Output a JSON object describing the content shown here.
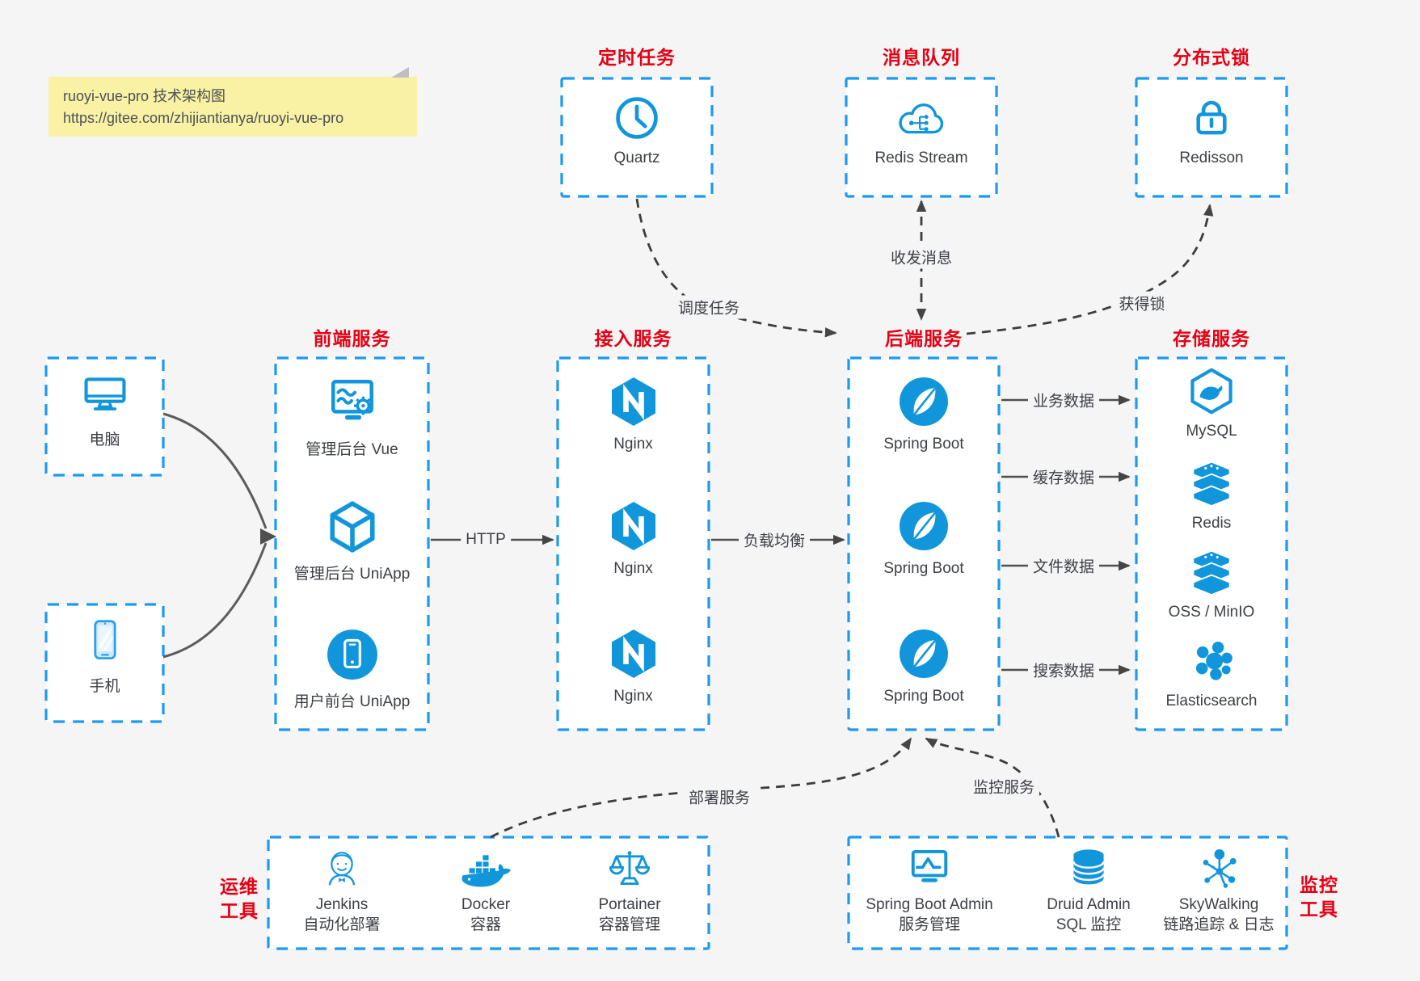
{
  "colors": {
    "accent_blue": "#1296db",
    "border_blue": "#1b9af0",
    "title_red": "#e60013",
    "note_bg": "#f9f1a4",
    "arrow_dark": "#454545"
  },
  "note": {
    "line1": "ruoyi-vue-pro 技术架构图",
    "line2": "https://gitee.com/zhijiantianya/ruoyi-vue-pro"
  },
  "top_groups": [
    {
      "title": "定时任务",
      "items": [
        {
          "label": "Quartz",
          "icon": "clock-icon"
        }
      ]
    },
    {
      "title": "消息队列",
      "items": [
        {
          "label": "Redis Stream",
          "icon": "cloud-stream-icon"
        }
      ]
    },
    {
      "title": "分布式锁",
      "items": [
        {
          "label": "Redisson",
          "icon": "lock-icon"
        }
      ]
    }
  ],
  "clients": [
    {
      "label": "电脑",
      "icon": "desktop-icon"
    },
    {
      "label": "手机",
      "icon": "phone-icon"
    }
  ],
  "columns": [
    {
      "title": "前端服务",
      "items": [
        {
          "label": "管理后台 Vue",
          "icon": "admin-vue-icon"
        },
        {
          "label": "管理后台 UniApp",
          "icon": "uniapp-cube-icon"
        },
        {
          "label": "用户前台 UniApp",
          "icon": "user-app-icon"
        }
      ]
    },
    {
      "title": "接入服务",
      "items": [
        {
          "label": "Nginx",
          "icon": "nginx-icon"
        },
        {
          "label": "Nginx",
          "icon": "nginx-icon"
        },
        {
          "label": "Nginx",
          "icon": "nginx-icon"
        }
      ]
    },
    {
      "title": "后端服务",
      "items": [
        {
          "label": "Spring Boot",
          "icon": "spring-boot-icon"
        },
        {
          "label": "Spring Boot",
          "icon": "spring-boot-icon"
        },
        {
          "label": "Spring Boot",
          "icon": "spring-boot-icon"
        }
      ]
    },
    {
      "title": "存储服务",
      "items": [
        {
          "label": "MySQL",
          "icon": "mysql-icon"
        },
        {
          "label": "Redis",
          "icon": "stack-icon"
        },
        {
          "label": "OSS / MinIO",
          "icon": "stack-icon"
        },
        {
          "label": "Elasticsearch",
          "icon": "elasticsearch-icon"
        }
      ]
    }
  ],
  "bottom_groups": [
    {
      "title_lines": [
        "运维",
        "工具"
      ],
      "items": [
        {
          "label": "Jenkins",
          "sublabel": "自动化部署",
          "icon": "jenkins-icon"
        },
        {
          "label": "Docker",
          "sublabel": "容器",
          "icon": "docker-icon"
        },
        {
          "label": "Portainer",
          "sublabel": "容器管理",
          "icon": "portainer-icon"
        }
      ]
    },
    {
      "title_lines": [
        "监控",
        "工具"
      ],
      "items": [
        {
          "label": "Spring Boot Admin",
          "sublabel": "服务管理",
          "icon": "spring-boot-admin-icon"
        },
        {
          "label": "Druid Admin",
          "sublabel": "SQL 监控",
          "icon": "druid-icon"
        },
        {
          "label": "SkyWalking",
          "sublabel": "链路追踪 & 日志",
          "icon": "skywalking-icon"
        }
      ]
    }
  ],
  "edges": {
    "http": "HTTP",
    "load_balance": "负载均衡",
    "schedule": "调度任务",
    "message": "收发消息",
    "lock": "获得锁",
    "business_data": "业务数据",
    "cache_data": "缓存数据",
    "file_data": "文件数据",
    "search_data": "搜索数据",
    "deploy": "部署服务",
    "monitor": "监控服务"
  }
}
